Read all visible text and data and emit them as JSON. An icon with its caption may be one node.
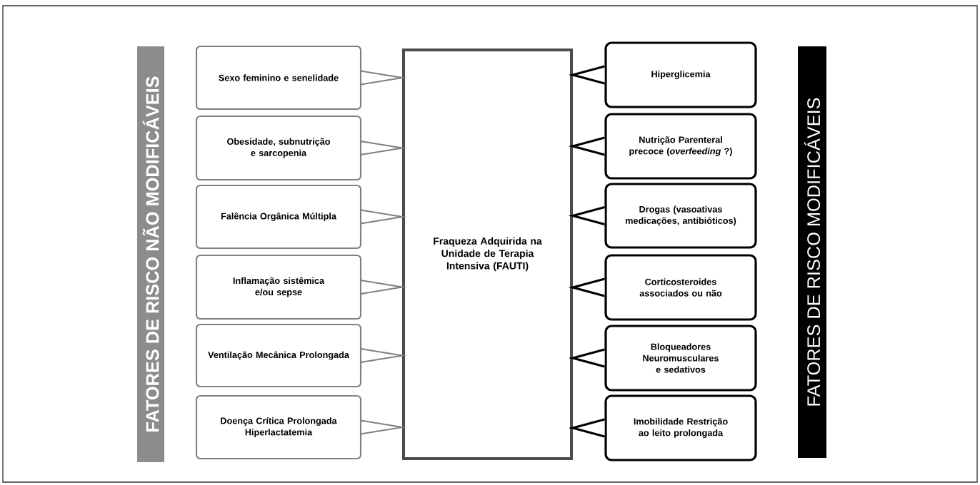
{
  "diagram": {
    "nodes": [
      {
        "text": [
          "FATORES DE RISCO NÃO MODIFICÁVEIS"
        ]
      },
      {
        "text": [
          "Sexo feminino e senelidade"
        ]
      },
      {
        "text": [
          "Obesidade, subnutrição e sarcopenia"
        ]
      },
      {
        "text": [
          "Falência Orgânica Múltipla"
        ]
      },
      {
        "text": [
          "Inflamação sistêmica e/ou sepse"
        ]
      },
      {
        "text": [
          "Ventilação Mecânica Prolongada"
        ]
      },
      {
        "text": [
          "Doença Crítica Prolongada Hiperlactatemia"
        ]
      },
      {
        "text": [
          "Fraqueza Adquirida na Unidade de Terapia Intensiva (FAUTI)"
        ]
      },
      {
        "text": [
          "Hiperglicemia"
        ]
      },
      {
        "text": [
          "Nutrição Parenteral precoce (*overfeeding* ?)"
        ]
      },
      {
        "text": [
          "Drogas (vasoativas medicações, antibióticos)"
        ]
      },
      {
        "text": [
          "Corticosteroides associados ou não"
        ]
      },
      {
        "text": [
          "Bloqueadores Neuromusculares e sedativos"
        ]
      },
      {
        "text": [
          "Imobilidade Restrição ao leito prolongada"
        ]
      },
      {
        "text": [
          "FATORES DE RISCO MODIFICÁVEIS"
        ]
      }
    ],
    "edges": [
      {
        "from": 1,
        "to": 7,
        "arrow": "to",
        "color": "#808080"
      },
      {
        "from": 2,
        "to": 7,
        "arrow": "to",
        "color": "#808080"
      },
      {
        "from": 3,
        "to": 7,
        "arrow": "to",
        "color": "#808080"
      },
      {
        "from": 4,
        "to": 7,
        "arrow": "to",
        "color": "#808080"
      },
      {
        "from": 5,
        "to": 7,
        "arrow": "to",
        "color": "#808080"
      },
      {
        "from": 6,
        "to": 7,
        "arrow": "to",
        "color": "#808080"
      },
      {
        "from": 8,
        "to": 7,
        "arrow": "to",
        "color": "#000000"
      },
      {
        "from": 9,
        "to": 7,
        "arrow": "to",
        "color": "#000000"
      },
      {
        "from": 10,
        "to": 7,
        "arrow": "to",
        "color": "#000000"
      },
      {
        "from": 11,
        "to": 7,
        "arrow": "to",
        "color": "#000000"
      },
      {
        "from": 12,
        "to": 7,
        "arrow": "to",
        "color": "#000000"
      },
      {
        "from": 13,
        "to": 7,
        "arrow": "to",
        "color": "#000000"
      }
    ]
  }
}
